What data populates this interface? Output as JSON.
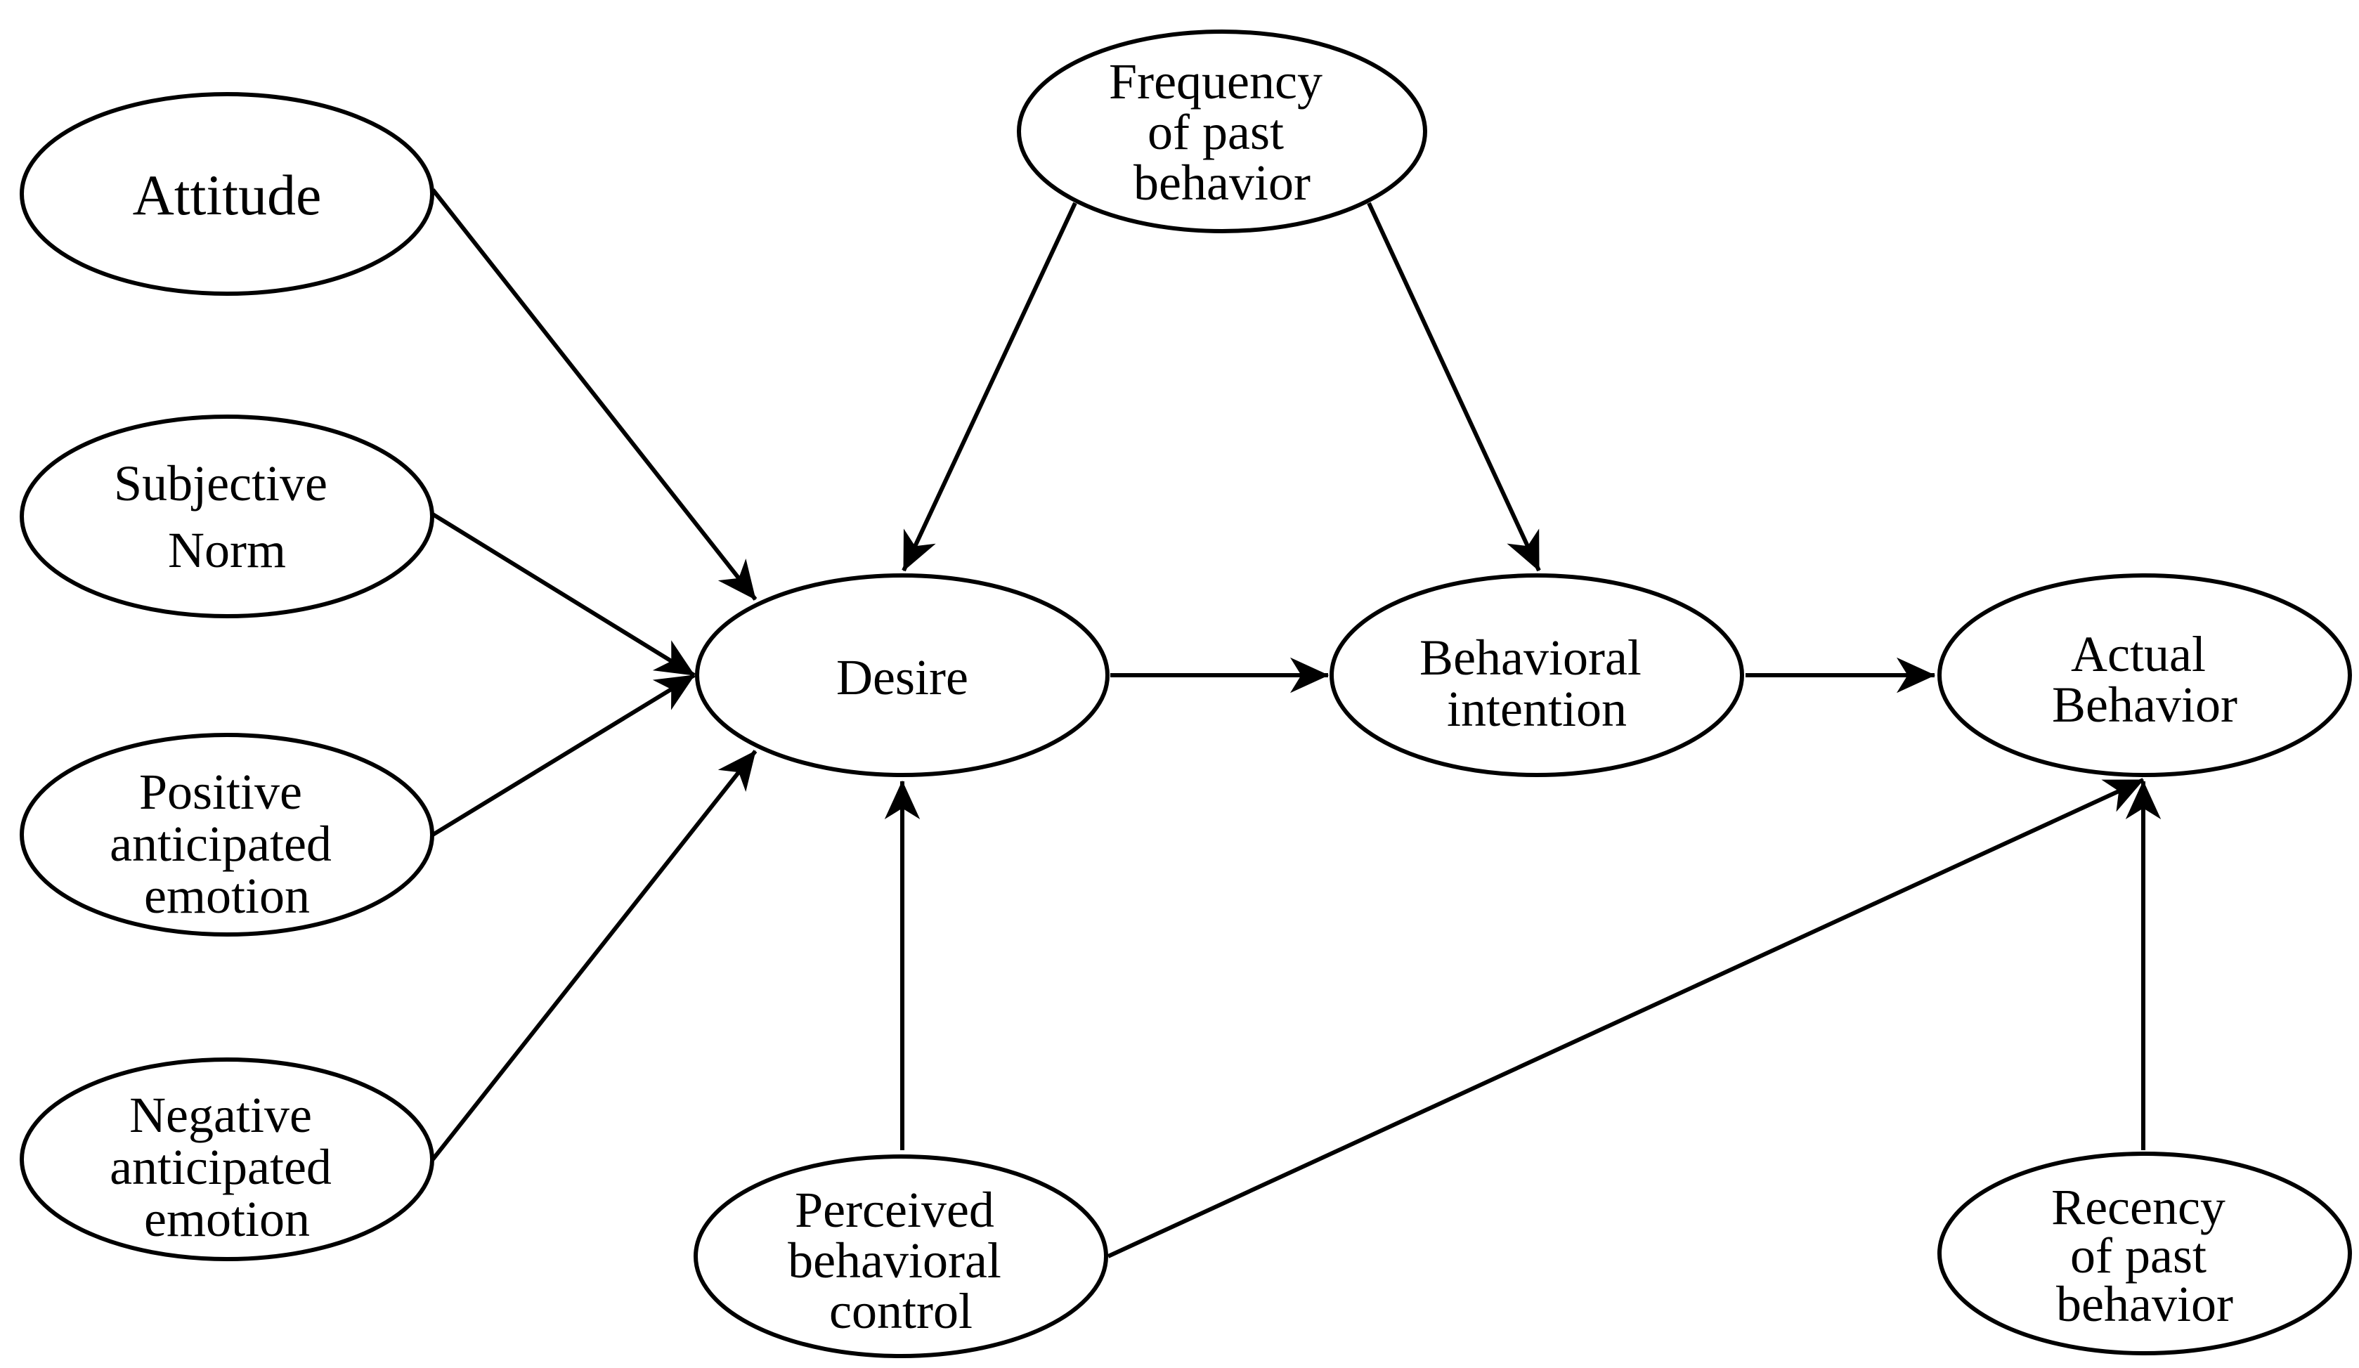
{
  "colors": {
    "stroke": "#000000",
    "background": "#ffffff",
    "text": "#000000"
  },
  "nodes": {
    "attitude": {
      "lines": [
        "Attitude"
      ]
    },
    "subjective_norm": {
      "lines": [
        "Subjective",
        "Norm"
      ]
    },
    "positive_emotion": {
      "lines": [
        "Positive",
        "anticipated",
        "emotion"
      ]
    },
    "negative_emotion": {
      "lines": [
        "Negative",
        "anticipated",
        "emotion"
      ]
    },
    "frequency": {
      "lines": [
        "Frequency",
        "of past",
        "behavior"
      ]
    },
    "desire": {
      "lines": [
        "Desire"
      ]
    },
    "intention": {
      "lines": [
        "Behavioral",
        "intention"
      ]
    },
    "actual_behavior": {
      "lines": [
        "Actual",
        "Behavior"
      ]
    },
    "pbc": {
      "lines": [
        "Perceived",
        "behavioral",
        "control"
      ]
    },
    "recency": {
      "lines": [
        "Recency",
        "of past",
        "behavior"
      ]
    }
  },
  "edges": [
    {
      "from": "attitude",
      "to": "desire"
    },
    {
      "from": "subjective_norm",
      "to": "desire"
    },
    {
      "from": "positive_emotion",
      "to": "desire"
    },
    {
      "from": "negative_emotion",
      "to": "desire"
    },
    {
      "from": "frequency",
      "to": "desire"
    },
    {
      "from": "frequency",
      "to": "intention"
    },
    {
      "from": "desire",
      "to": "intention"
    },
    {
      "from": "intention",
      "to": "actual_behavior"
    },
    {
      "from": "pbc",
      "to": "desire"
    },
    {
      "from": "pbc",
      "to": "actual_behavior"
    },
    {
      "from": "recency",
      "to": "actual_behavior"
    }
  ]
}
